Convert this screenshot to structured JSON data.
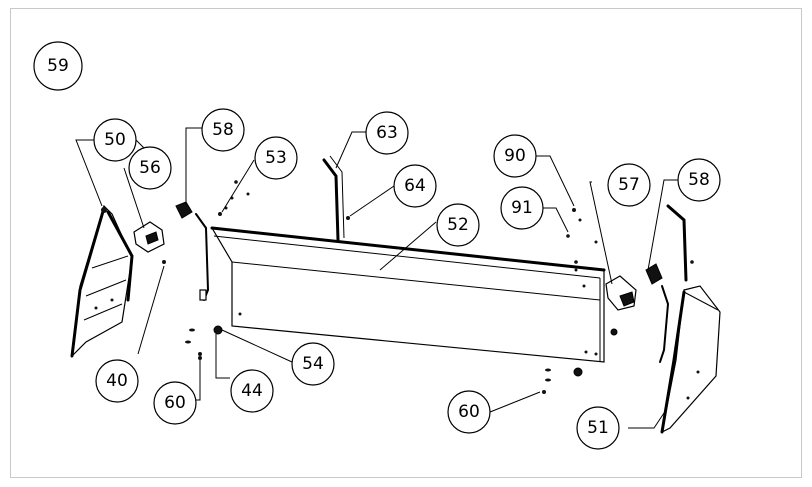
{
  "callouts": [
    {
      "id": "c59",
      "label": "59"
    },
    {
      "id": "c50",
      "label": "50"
    },
    {
      "id": "c56",
      "label": "56"
    },
    {
      "id": "c58a",
      "label": "58"
    },
    {
      "id": "c53",
      "label": "53"
    },
    {
      "id": "c63",
      "label": "63"
    },
    {
      "id": "c64",
      "label": "64"
    },
    {
      "id": "c52",
      "label": "52"
    },
    {
      "id": "c90",
      "label": "90"
    },
    {
      "id": "c91",
      "label": "91"
    },
    {
      "id": "c57",
      "label": "57"
    },
    {
      "id": "c58b",
      "label": "58"
    },
    {
      "id": "c40",
      "label": "40"
    },
    {
      "id": "c60a",
      "label": "60"
    },
    {
      "id": "c44",
      "label": "44"
    },
    {
      "id": "c54",
      "label": "54"
    },
    {
      "id": "c60b",
      "label": "60"
    },
    {
      "id": "c51",
      "label": "51"
    }
  ]
}
